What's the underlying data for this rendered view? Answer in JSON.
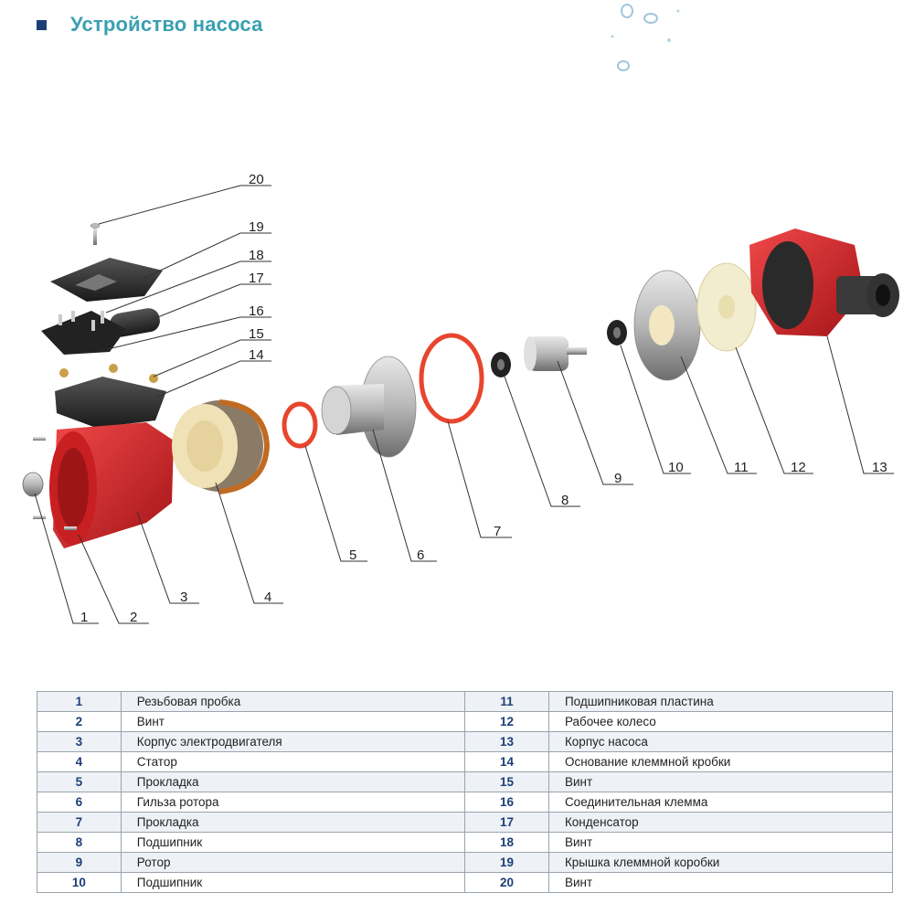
{
  "title": "Устройство насоса",
  "callouts": [
    "1",
    "2",
    "3",
    "4",
    "5",
    "6",
    "7",
    "8",
    "9",
    "10",
    "11",
    "12",
    "13",
    "14",
    "15",
    "16",
    "17",
    "18",
    "19",
    "20"
  ],
  "parts": [
    {
      "num": "1",
      "name": "Резьбовая пробка"
    },
    {
      "num": "2",
      "name": "Винт"
    },
    {
      "num": "3",
      "name": "Корпус электродвигателя"
    },
    {
      "num": "4",
      "name": "Статор"
    },
    {
      "num": "5",
      "name": "Прокладка"
    },
    {
      "num": "6",
      "name": "Гильза ротора"
    },
    {
      "num": "7",
      "name": "Прокладка"
    },
    {
      "num": "8",
      "name": "Подшипник"
    },
    {
      "num": "9",
      "name": "Ротор"
    },
    {
      "num": "10",
      "name": "Подшипник"
    },
    {
      "num": "11",
      "name": "Подшипниковая пластина"
    },
    {
      "num": "12",
      "name": "Рабочее колесо"
    },
    {
      "num": "13",
      "name": "Корпус насоса"
    },
    {
      "num": "14",
      "name": "Основание клеммной кробки"
    },
    {
      "num": "15",
      "name": "Винт"
    },
    {
      "num": "16",
      "name": "Соединительная клемма"
    },
    {
      "num": "17",
      "name": "Конденсатор"
    },
    {
      "num": "18",
      "name": "Винт"
    },
    {
      "num": "19",
      "name": "Крышка клеммной коробки"
    },
    {
      "num": "20",
      "name": "Винт"
    }
  ],
  "colors": {
    "accent": "#3aa0b0",
    "marker": "#1c3f78",
    "pump_red": "#d8282a",
    "gasket_red": "#e8452e",
    "impeller": "#f3edcf"
  }
}
